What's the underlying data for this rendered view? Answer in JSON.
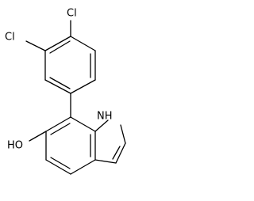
{
  "atom_labels": {
    "cl_top": "Cl",
    "cl_left": "Cl",
    "hydroxyl": "HO",
    "nh": "NH"
  },
  "colors": {
    "background": "#ffffff",
    "bond": "#000000",
    "label": "#000000"
  }
}
